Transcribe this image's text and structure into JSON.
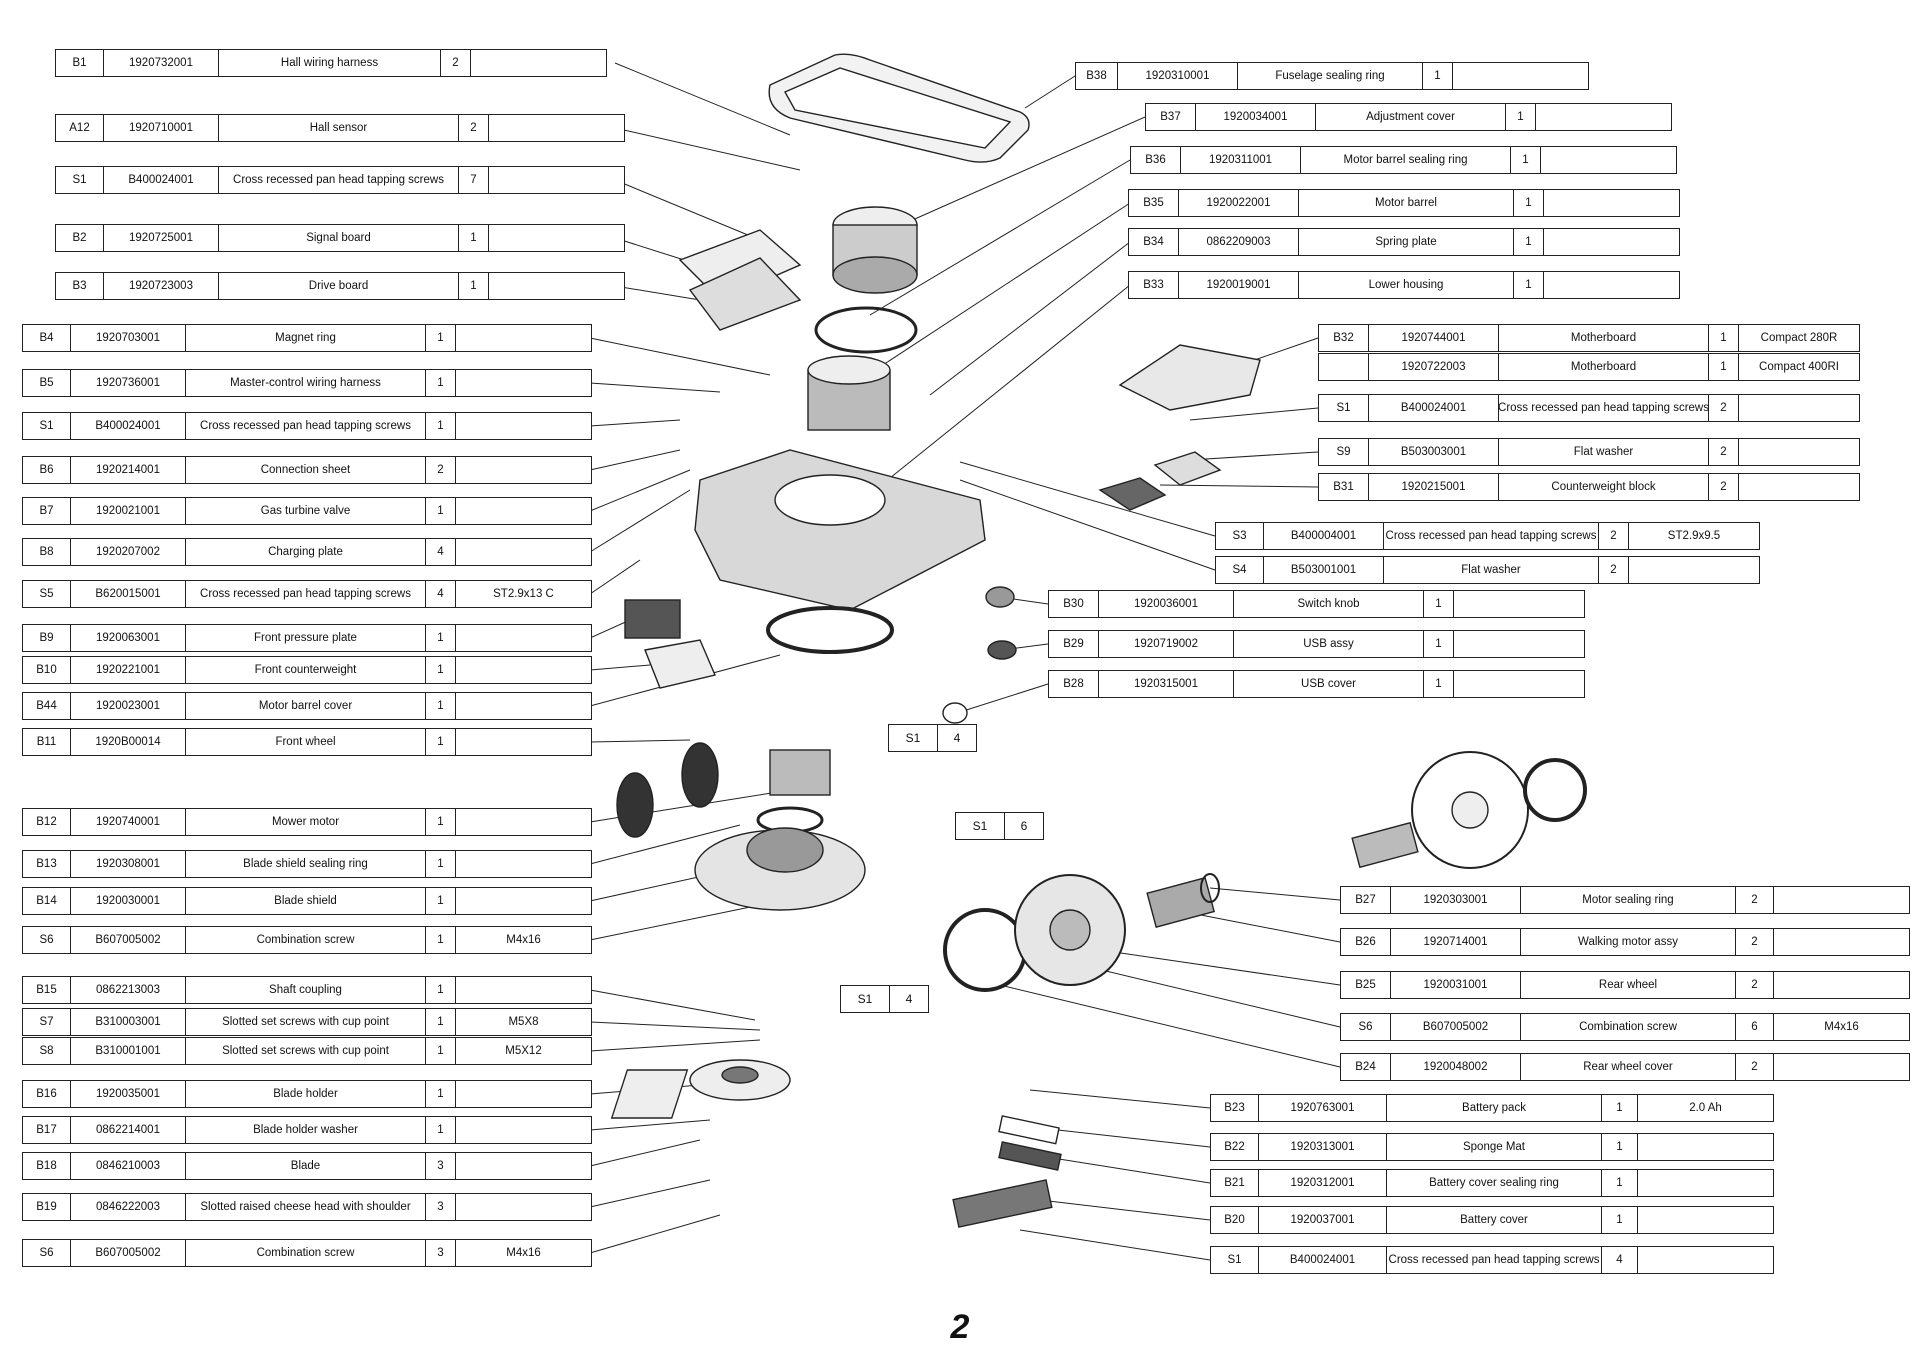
{
  "left_column": [
    {
      "code": "B1",
      "part_no": "1920732001",
      "name": "Hall wiring harness",
      "qty": "2",
      "note": ""
    },
    {
      "code": "A12",
      "part_no": "1920710001",
      "name": "Hall sensor",
      "qty": "2",
      "note": ""
    },
    {
      "code": "S1",
      "part_no": "B400024001",
      "name": "Cross recessed pan head tapping screws",
      "qty": "7",
      "note": ""
    },
    {
      "code": "B2",
      "part_no": "1920725001",
      "name": "Signal board",
      "qty": "1",
      "note": ""
    },
    {
      "code": "B3",
      "part_no": "1920723003",
      "name": "Drive board",
      "qty": "1",
      "note": ""
    },
    {
      "code": "B4",
      "part_no": "1920703001",
      "name": "Magnet ring",
      "qty": "1",
      "note": ""
    },
    {
      "code": "B5",
      "part_no": "1920736001",
      "name": "Master-control wiring harness",
      "qty": "1",
      "note": ""
    },
    {
      "code": "S1",
      "part_no": "B400024001",
      "name": "Cross recessed pan head tapping screws",
      "qty": "1",
      "note": ""
    },
    {
      "code": "B6",
      "part_no": "1920214001",
      "name": "Connection sheet",
      "qty": "2",
      "note": ""
    },
    {
      "code": "B7",
      "part_no": "1920021001",
      "name": "Gas turbine valve",
      "qty": "1",
      "note": ""
    },
    {
      "code": "B8",
      "part_no": "1920207002",
      "name": "Charging plate",
      "qty": "4",
      "note": ""
    },
    {
      "code": "S5",
      "part_no": "B620015001",
      "name": "Cross recessed pan head tapping screws",
      "qty": "4",
      "note": "ST2.9x13 C"
    },
    {
      "code": "B9",
      "part_no": "1920063001",
      "name": "Front pressure  plate",
      "qty": "1",
      "note": ""
    },
    {
      "code": "B10",
      "part_no": "1920221001",
      "name": "Front counterweight",
      "qty": "1",
      "note": ""
    },
    {
      "code": "B44",
      "part_no": "1920023001",
      "name": "Motor barrel cover",
      "qty": "1",
      "note": ""
    },
    {
      "code": "B11",
      "part_no": "1920B00014",
      "name": "Front wheel",
      "qty": "1",
      "note": ""
    },
    {
      "code": "B12",
      "part_no": "1920740001",
      "name": "Mower motor",
      "qty": "1",
      "note": ""
    },
    {
      "code": "B13",
      "part_no": "1920308001",
      "name": "Blade shield sealing ring",
      "qty": "1",
      "note": ""
    },
    {
      "code": "B14",
      "part_no": "1920030001",
      "name": "Blade shield",
      "qty": "1",
      "note": ""
    },
    {
      "code": "S6",
      "part_no": "B607005002",
      "name": "Combination screw",
      "qty": "1",
      "note": "M4x16"
    },
    {
      "code": "B15",
      "part_no": "0862213003",
      "name": "Shaft coupling",
      "qty": "1",
      "note": ""
    },
    {
      "code": "S7",
      "part_no": "B310003001",
      "name": "Slotted set screws with cup point",
      "qty": "1",
      "note": "M5X8"
    },
    {
      "code": "S8",
      "part_no": "B310001001",
      "name": "Slotted set screws with cup point",
      "qty": "1",
      "note": "M5X12"
    },
    {
      "code": "B16",
      "part_no": "1920035001",
      "name": "Blade holder",
      "qty": "1",
      "note": ""
    },
    {
      "code": "B17",
      "part_no": "0862214001",
      "name": "Blade holder washer",
      "qty": "1",
      "note": ""
    },
    {
      "code": "B18",
      "part_no": "0846210003",
      "name": "Blade",
      "qty": "3",
      "note": ""
    },
    {
      "code": "B19",
      "part_no": "0846222003",
      "name": "Slotted raised cheese head with shoulder",
      "qty": "3",
      "note": ""
    },
    {
      "code": "S6",
      "part_no": "B607005002",
      "name": "Combination screw",
      "qty": "3",
      "note": "M4x16"
    }
  ],
  "right_column": [
    {
      "code": "B38",
      "part_no": "1920310001",
      "name": "Fuselage sealing ring",
      "qty": "1",
      "note": ""
    },
    {
      "code": "B37",
      "part_no": "1920034001",
      "name": "Adjustment cover",
      "qty": "1",
      "note": ""
    },
    {
      "code": "B36",
      "part_no": "1920311001",
      "name": "Motor barrel sealing ring",
      "qty": "1",
      "note": ""
    },
    {
      "code": "B35",
      "part_no": "1920022001",
      "name": "Motor barrel",
      "qty": "1",
      "note": ""
    },
    {
      "code": "B34",
      "part_no": "0862209003",
      "name": "Spring plate",
      "qty": "1",
      "note": ""
    },
    {
      "code": "B33",
      "part_no": "1920019001",
      "name": "Lower housing",
      "qty": "1",
      "note": ""
    },
    {
      "code": "B32",
      "part_no": "1920744001",
      "name": "Motherboard",
      "qty": "1",
      "note": "Compact 280R"
    },
    {
      "code": "",
      "part_no": "1920722003",
      "name": "Motherboard",
      "qty": "1",
      "note": "Compact 400RI"
    },
    {
      "code": "S1",
      "part_no": "B400024001",
      "name": "Cross recessed pan head tapping screws",
      "qty": "2",
      "note": ""
    },
    {
      "code": "S9",
      "part_no": "B503003001",
      "name": "Flat washer",
      "qty": "2",
      "note": ""
    },
    {
      "code": "B31",
      "part_no": "1920215001",
      "name": "Counterweight block",
      "qty": "2",
      "note": ""
    },
    {
      "code": "S3",
      "part_no": "B400004001",
      "name": "Cross recessed pan head tapping screws",
      "qty": "2",
      "note": "ST2.9x9.5"
    },
    {
      "code": "S4",
      "part_no": "B503001001",
      "name": "Flat washer",
      "qty": "2",
      "note": ""
    },
    {
      "code": "B30",
      "part_no": "1920036001",
      "name": "Switch knob",
      "qty": "1",
      "note": ""
    },
    {
      "code": "B29",
      "part_no": "1920719002",
      "name": "USB assy",
      "qty": "1",
      "note": ""
    },
    {
      "code": "B28",
      "part_no": "1920315001",
      "name": "USB cover",
      "qty": "1",
      "note": ""
    },
    {
      "code": "B27",
      "part_no": "1920303001",
      "name": "Motor sealing ring",
      "qty": "2",
      "note": ""
    },
    {
      "code": "B26",
      "part_no": "1920714001",
      "name": "Walking motor assy",
      "qty": "2",
      "note": ""
    },
    {
      "code": "B25",
      "part_no": "1920031001",
      "name": "Rear wheel",
      "qty": "2",
      "note": ""
    },
    {
      "code": "S6",
      "part_no": "B607005002",
      "name": "Combination screw",
      "qty": "6",
      "note": "M4x16"
    },
    {
      "code": "B24",
      "part_no": "1920048002",
      "name": "Rear wheel cover",
      "qty": "2",
      "note": ""
    },
    {
      "code": "B23",
      "part_no": "1920763001",
      "name": "Battery pack",
      "qty": "1",
      "note": "2.0 Ah"
    },
    {
      "code": "B22",
      "part_no": "1920313001",
      "name": "Sponge Mat",
      "qty": "1",
      "note": ""
    },
    {
      "code": "B21",
      "part_no": "1920312001",
      "name": "Battery cover sealing ring",
      "qty": "1",
      "note": ""
    },
    {
      "code": "B20",
      "part_no": "1920037001",
      "name": "Battery cover",
      "qty": "1",
      "note": ""
    },
    {
      "code": "S1",
      "part_no": "B400024001",
      "name": "Cross recessed pan head tapping screws",
      "qty": "4",
      "note": ""
    }
  ],
  "callouts": [
    {
      "code": "S1",
      "qty": "4"
    },
    {
      "code": "S1",
      "qty": "6"
    },
    {
      "code": "S1",
      "qty": "4"
    }
  ],
  "page_number": "2"
}
